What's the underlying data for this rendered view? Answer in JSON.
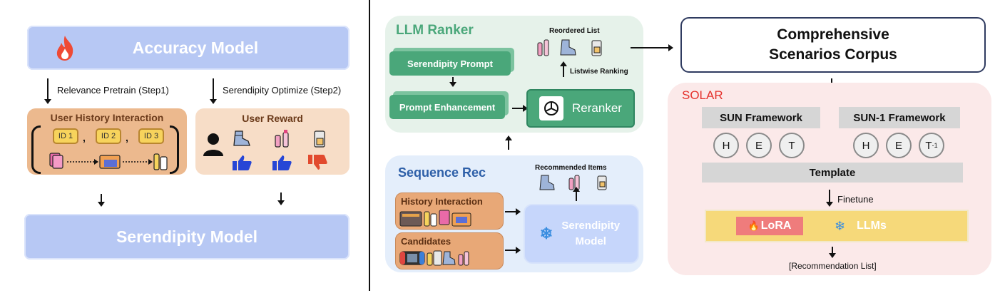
{
  "left": {
    "accuracy_model": "Accuracy Model",
    "relevance_pretrain": "Relevance Pretrain (Step1)",
    "serendipity_optimize": "Serendipity Optimize (Step2)",
    "user_history_interaction": "User History Interaction",
    "user_reward": "User Reward",
    "ids": [
      "ID 1",
      "ID 2",
      "ID 3"
    ],
    "comma": ",",
    "serendipity_model": "Serendipity Model"
  },
  "ranker": {
    "title": "LLM Ranker",
    "serendipity_prompt": "Serendipity Prompt",
    "prompt_enhancement": "Prompt Enhancement",
    "reranker": "Reranker",
    "reordered_list": "Reordered List",
    "listwise_ranking": "Listwise Ranking"
  },
  "sequence": {
    "title": "Sequence Rec",
    "history_interaction": "History Interaction",
    "candidates": "Candidates",
    "recommended_items": "Recommended Items",
    "serendipity_model": "Serendipity Model"
  },
  "solar": {
    "corpus": "Comprehensive Scenarios Corpus",
    "title": "SOLAR",
    "sun_framework": "SUN Framework",
    "sun1_framework": "SUN-1 Framework",
    "circles_left": [
      "H",
      "E",
      "T"
    ],
    "circles_right": [
      "H",
      "E"
    ],
    "t_inverse_base": "T",
    "t_inverse_sup": "-1",
    "template": "Template",
    "finetune": "Finetune",
    "lora": "LoRA",
    "llms": "LLMs",
    "recommendation_list": "[Recommendation List]"
  },
  "colors": {
    "accent_blue": "#b7c8f4",
    "accent_green": "#4aa77a",
    "solar_red": "#e5322d",
    "title_blue": "#2d5fa8",
    "thumbs_up": "#2746d6",
    "thumbs_down": "#e24a2e"
  }
}
